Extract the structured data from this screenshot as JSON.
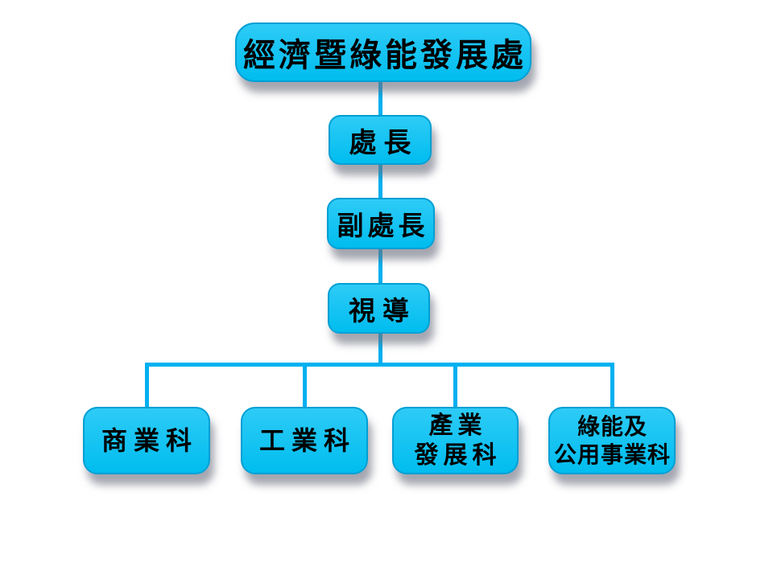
{
  "theme": {
    "page_bg": "#ffffff",
    "box_fill_top": "#2ECBF6",
    "box_fill_bottom": "#00BDEF",
    "box_border": "#009FD4",
    "connector": "#00B0F0",
    "text_color": "#000000",
    "shadow_color": "rgba(108,112,128,0.62)"
  },
  "org_chart": {
    "title_node": {
      "label": "經濟暨綠能發展處"
    },
    "chain": [
      {
        "id": "director",
        "label": "處長"
      },
      {
        "id": "deputy-director",
        "label": "副處長"
      },
      {
        "id": "supervisor",
        "label": "視導"
      }
    ],
    "departments": [
      {
        "id": "commerce-section",
        "line1": "商業科",
        "line2": ""
      },
      {
        "id": "industry-section",
        "line1": "工業科",
        "line2": ""
      },
      {
        "id": "industrial-development-section",
        "line1": "產業",
        "line2": "發展科"
      },
      {
        "id": "green-energy-public-utilities-section",
        "line1": "綠能及",
        "line2": "公用事業科"
      }
    ]
  }
}
